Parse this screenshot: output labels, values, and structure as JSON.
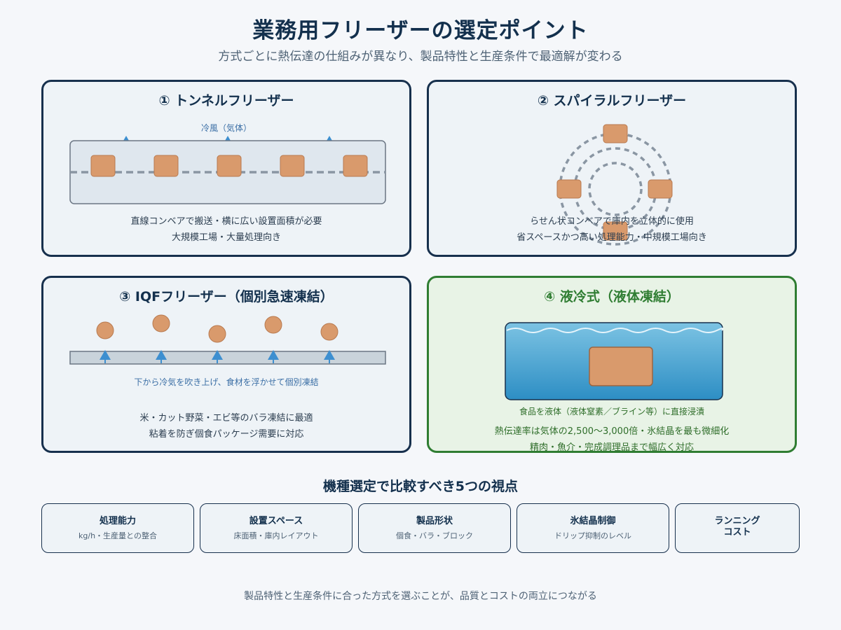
{
  "header": {
    "title": "業務用フリーザーの選定ポイント",
    "subtitle": "方式ごとに熱伝達の仕組みが異なり、製品特性と生産条件で最適解が変わる"
  },
  "cards": [
    {
      "title": "① トンネルフリーザー",
      "label": "冷風（気体）",
      "desc_lines": [
        "直線コンベアで搬送・横に広い設置面積が必要",
        "大規模工場・大量処理向き"
      ]
    },
    {
      "title": "② スパイラルフリーザー",
      "desc_lines": [
        "らせん状コンベアで庫内を立体的に使用",
        "省スペースかつ高い処理能力・中規模工場向き"
      ]
    },
    {
      "title": "③ IQFフリーザー（個別急速凍結）",
      "label": "下から冷気を吹き上げ、食材を浮かせて個別凍結",
      "desc_lines": [
        "米・カット野菜・エビ等のバラ凍結に最適",
        "粘着を防ぎ個食パッケージ需要に対応"
      ]
    },
    {
      "title": "④ 液冷式（液体凍結）",
      "label": "食品を液体（液体窒素／ブライン等）に直接浸漬",
      "desc_lines": [
        "熱伝達率は気体の2,500〜3,000倍・氷結晶を最も微細化",
        "精肉・魚介・完成調理品まで幅広く対応"
      ]
    }
  ],
  "criteria": {
    "title": "機種選定で比較すべき5つの視点",
    "items": [
      {
        "title": "処理能力",
        "sub": "kg/h・生産量との整合"
      },
      {
        "title": "設置スペース",
        "sub": "床面積・庫内レイアウト"
      },
      {
        "title": "製品形状",
        "sub": "個食・バラ・ブロック"
      },
      {
        "title": "氷結晶制御",
        "sub": "ドリップ抑制のレベル"
      },
      {
        "title": "ランニング\nコスト",
        "sub": ""
      }
    ]
  },
  "footer": "製品特性と生産条件に合った方式を選ぶことが、品質とコストの両立につながる",
  "colors": {
    "navy": "#17304d",
    "green": "#2f7d32",
    "food": "#d99a6c",
    "arrow": "#3d8fd0",
    "conveyor_gray": "#8a96a3",
    "liquid_top": "#7cc3e3",
    "liquid_bottom": "#2d8ec4"
  }
}
